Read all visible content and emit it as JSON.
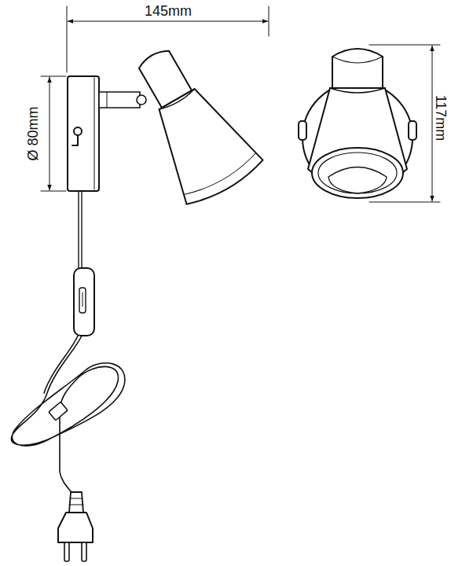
{
  "diagram": {
    "labels": [
      "145mm",
      "Ø 80mm",
      "117mm"
    ]
  }
}
